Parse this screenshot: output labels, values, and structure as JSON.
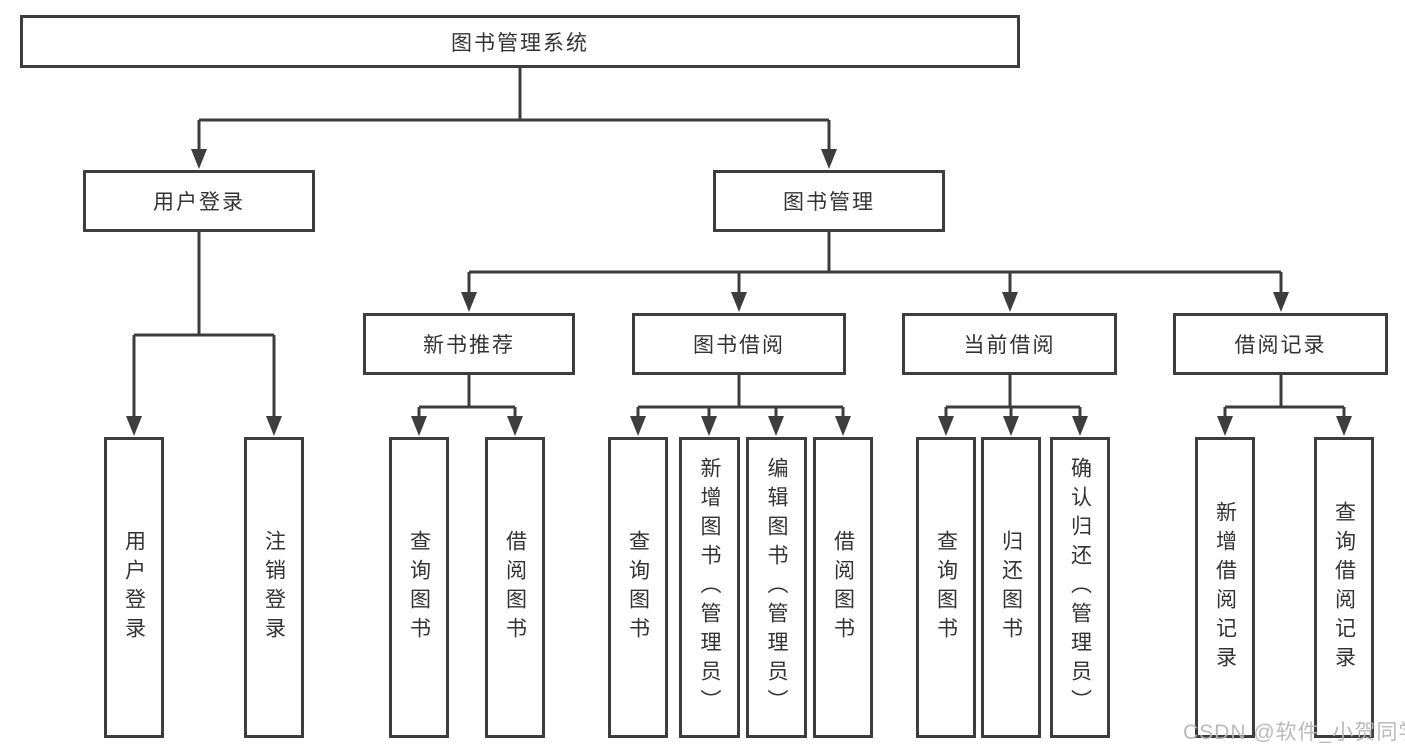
{
  "colors": {
    "line": "#3d3d3d",
    "text": "#333333",
    "watermark": "#b6b6b6",
    "background": "#ffffff"
  },
  "watermark": "CSDN @软件_小贺同学",
  "tree": {
    "root": {
      "label": "图书管理系统"
    },
    "children": [
      {
        "label": "用户登录",
        "children": [
          {
            "label": "用户登录"
          },
          {
            "label": "注销登录"
          }
        ]
      },
      {
        "label": "图书管理",
        "children": [
          {
            "label": "新书推荐",
            "children": [
              {
                "label": "查询图书"
              },
              {
                "label": "借阅图书"
              }
            ]
          },
          {
            "label": "图书借阅",
            "children": [
              {
                "label": "查询图书"
              },
              {
                "label": "新增图书（管理员）"
              },
              {
                "label": "编辑图书（管理员）"
              },
              {
                "label": "借阅图书"
              }
            ]
          },
          {
            "label": "当前借阅",
            "children": [
              {
                "label": "查询图书"
              },
              {
                "label": "归还图书"
              },
              {
                "label": "确认归还（管理员）"
              }
            ]
          },
          {
            "label": "借阅记录",
            "children": [
              {
                "label": "新增借阅记录"
              },
              {
                "label": "查询借阅记录"
              }
            ]
          }
        ]
      }
    ]
  }
}
